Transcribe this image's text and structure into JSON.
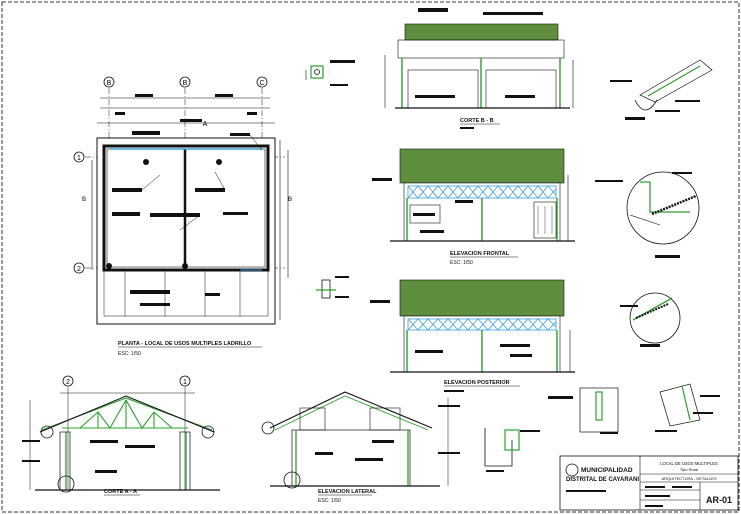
{
  "labels": {
    "plan_title": "PLANTA - LOCAL DE USOS MULTIPLES  LADRILLO",
    "plan_scale": "ESC: 1/50",
    "corte_bb": "CORTE B - B",
    "elev_front": "ELEVACION FRONTAL",
    "elev_front_scale": "ESC: 1/50",
    "elev_post": "ELEVACION POSTERIOR",
    "corte_aa": "CORTE A - A",
    "elev_lat": "ELEVACION LATERAL",
    "elev_lat_scale": "ESC: 1/50"
  },
  "grid_axes": {
    "cols": [
      "B",
      "B",
      "C"
    ],
    "rows": [
      "1",
      "2"
    ],
    "side": [
      "B",
      "B"
    ],
    "section_mark": "A"
  },
  "section_axes": {
    "corte_aa": [
      "2",
      "1"
    ]
  },
  "title_block": {
    "institution_line1": "MUNICIPALIDAD",
    "institution_line2": "DISTRITAL DE CAYARANI",
    "project_line1": "LOCAL DE USOS MULTIPLES",
    "project_line2": "Tipo Rural",
    "discipline": "ARQUITECTURA - DETALLES",
    "sheet_number": "AR-01"
  },
  "colors": {
    "roof_green": "#5f8f3e",
    "line_green": "#2ea02e",
    "accent_blue": "#3aa0e0",
    "ink": "#111111"
  }
}
